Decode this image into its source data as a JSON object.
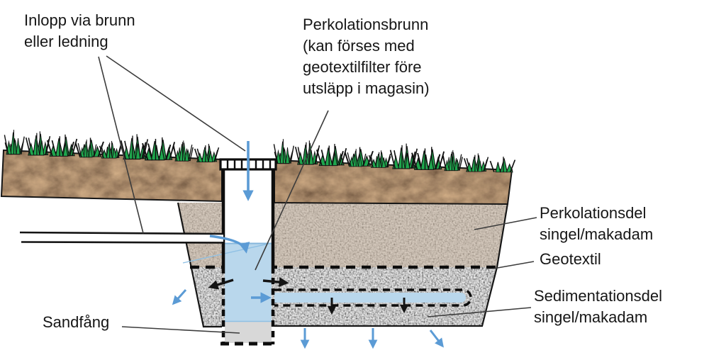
{
  "diagram": {
    "labels": {
      "inlet": "Inlopp via brunn\neller ledning",
      "percolation_well": "Perkolationsbrunn\n(kan förses med\ngeotextilfilter före\nutsläpp i magasin)",
      "percolation_layer": "Perkolationsdel\nsingel/makadam",
      "geotextile": "Geotextil",
      "sedimentation_layer": "Sedimentationsdel\nsingel/makadam",
      "sand_trap": "Sandfång"
    },
    "colors": {
      "water_blue": "#b9d7ec",
      "flow_arrow_blue": "#5b9bd5",
      "topsoil_brown": "#42301e",
      "percolation_gravel_tan": "#c6b5a3",
      "sedimentation_gravel_gray": "#c2c2c2",
      "sand_trap_gray": "#d8d8d8",
      "grass_green": "#1fa64d",
      "outline_black": "#111111"
    }
  }
}
